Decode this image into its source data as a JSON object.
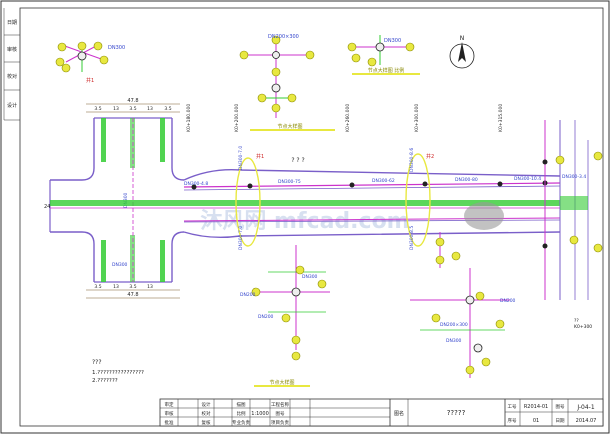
{
  "colors": {
    "border": "#333333",
    "road_edge": "#7a5fc9",
    "pipe_main": "#cc33cc",
    "pipe_green": "#33cc33",
    "annotation_red": "#cc2222",
    "annotation_blue": "#3344cc",
    "bubble_yellow": "#e8e840",
    "bubble_ring": "#888800",
    "dimension": "#7a5a2a",
    "text": "#222222",
    "watermark": "#c7d4ea",
    "manhole_fill": "#eeeeee"
  },
  "left_margin_labels": [
    "日期",
    "审核",
    "校对",
    "设计"
  ],
  "top_labels": {
    "junction_a": "DN300",
    "junction_a_tag": "井1",
    "junction_b_label": "DN200×300",
    "junction_b_caption": "节点大样图",
    "junction_c_label": "DN300",
    "junction_c_caption": "节点大样图 比例",
    "compass": "N"
  },
  "intersection": {
    "width_top": "47.8",
    "dims_top": [
      "3.5",
      "13",
      "3.5",
      "13",
      "3.5"
    ],
    "dims_bottom": [
      "3.5",
      "13",
      "3.5",
      "13"
    ],
    "width_bottom": "47.8",
    "left_dim": "24",
    "pipe_label_v": "DN300",
    "pipe_label_h": "DN300"
  },
  "stations": [
    "K0+180.000",
    "K0+200.000",
    "K0+260.000",
    "K0+300.000",
    "K0+315.000"
  ],
  "road_labels": {
    "pipe_a": "DN300-4.8",
    "pipe_b": "DN300-75",
    "pipe_c": "DN300-62",
    "pipe_d": "DN300-80",
    "pipe_e": "DN300-10.4",
    "pipe_f": "DN300-3.4",
    "vertical_a": "DN300-7.0",
    "vertical_b": "DN300-7.0",
    "vertical_c": "DN300-8.6",
    "vertical_d": "DN300-8.5",
    "center_marks": "? ? ?",
    "well_tag_1": "井1",
    "well_tag_2": "井2",
    "end_station": "K0+300",
    "end_label": "??"
  },
  "bottom_details": {
    "left_label_top": "DN300",
    "left_label_mid": "DN200",
    "left_label_bot": "DN200",
    "left_caption": "节点大样图",
    "right_label_top": "DN200",
    "right_label_mid": "DN200×300",
    "right_label_bot": "DN300"
  },
  "notes": {
    "title": "???",
    "line1": "1.????????????????",
    "line2": "2.???????"
  },
  "title_block": {
    "r1": [
      "审定",
      "",
      "设计",
      "",
      "描图",
      "",
      "工程名称",
      "",
      ""
    ],
    "r2": [
      "审核",
      "",
      "校对",
      "",
      "比例",
      "1:1000",
      "图号",
      ""
    ],
    "r3": [
      "批准",
      "",
      "复核",
      "",
      "专业负责",
      "",
      "项目负责",
      ""
    ],
    "project_label": "图名",
    "drawing_name": "?????",
    "right": [
      {
        "k": "工号",
        "v": "R2014-01"
      },
      {
        "k": "图号",
        "v": "J-04-1"
      },
      {
        "k": "序号",
        "v": "01"
      },
      {
        "k": "日期",
        "v": "2014.07"
      }
    ]
  },
  "watermark": "沐风网 mfcad.com"
}
